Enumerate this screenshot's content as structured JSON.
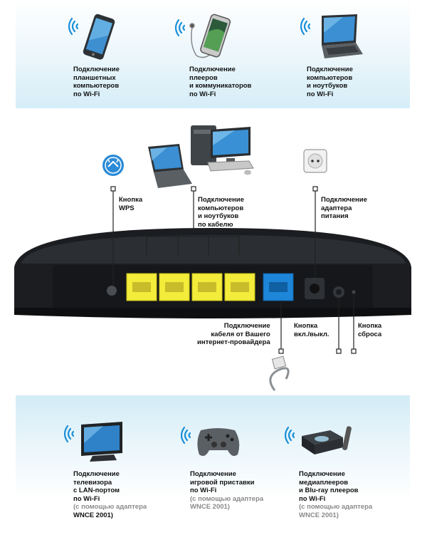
{
  "top_devices": [
    {
      "lines": [
        "Подключение",
        "планшетных",
        "компьютеров",
        "по Wi-Fi"
      ]
    },
    {
      "lines": [
        "Подключение",
        "плееров",
        "и коммуникаторов",
        "по Wi-Fi"
      ]
    },
    {
      "lines": [
        "Подключение",
        "компьютеров",
        "и ноутбуков",
        "по Wi-Fi"
      ]
    }
  ],
  "router_labels": {
    "wps": [
      "Кнопка",
      "WPS"
    ],
    "lan": [
      "Подключение",
      "компьютеров",
      "и ноутбуков",
      "по кабелю"
    ],
    "power": [
      "Подключение",
      "адаптера",
      "питания"
    ],
    "wan": [
      "Подключение",
      "кабеля от Вашего",
      "интернет-провайдера"
    ],
    "onoff": [
      "Кнопка",
      "вкл./выкл."
    ],
    "reset": [
      "Кнопка",
      "сброса"
    ]
  },
  "bottom_devices": [
    {
      "lines": [
        "Подключение",
        "телевизора",
        "с LAN-портом",
        "по Wi-Fi"
      ],
      "note": [
        "(с помощью адаптера",
        "WNCE 2001)"
      ]
    },
    {
      "lines": [
        "Подключение",
        "игровой приставки",
        "по Wi-Fi"
      ],
      "note": [
        "(с помощью адаптера",
        "WNCE 2001)"
      ]
    },
    {
      "lines": [
        "Подключение",
        "медиаплееров",
        "и Blu-ray плееров",
        "по Wi-Fi"
      ],
      "note": [
        "(с помощью адаптера",
        "WNCE 2001)"
      ]
    }
  ],
  "colors": {
    "wifi": "#1a8fd6",
    "lan_port": "#f3ec3a",
    "wan_port": "#1e86d9",
    "router": "#232629",
    "band": "#d5edf7"
  },
  "icons": [
    "wifi-icon",
    "tablet-icon",
    "smartphone-icon",
    "laptop-icon",
    "desktop-icon",
    "wps-icon",
    "power-socket-icon",
    "ethernet-cable-icon",
    "tv-icon",
    "gamepad-icon",
    "media-player-icon"
  ]
}
